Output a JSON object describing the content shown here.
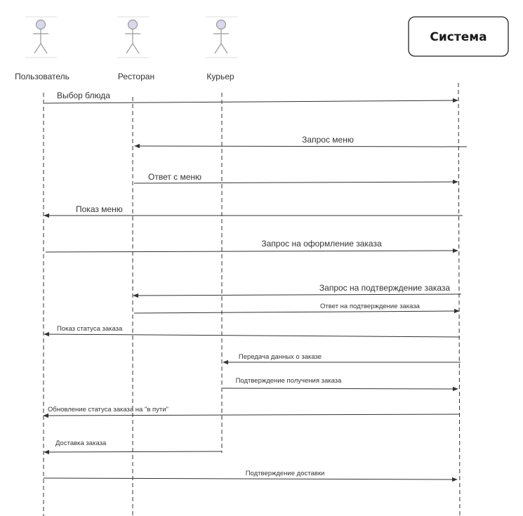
{
  "actors": [
    {
      "id": "user",
      "name": "Пользователь"
    },
    {
      "id": "restaurant",
      "name": "Ресторан"
    },
    {
      "id": "courier",
      "name": "Курьер"
    }
  ],
  "system": {
    "title": "Система"
  },
  "messages": [
    {
      "id": "m1",
      "from": "user",
      "to": "system",
      "label": "Выбор блюда"
    },
    {
      "id": "m2",
      "from": "system",
      "to": "restaurant",
      "label": "Запрос меню"
    },
    {
      "id": "m3",
      "from": "restaurant",
      "to": "system",
      "label": "Ответ с меню"
    },
    {
      "id": "m4",
      "from": "system",
      "to": "user",
      "label": "Показ меню"
    },
    {
      "id": "m5",
      "from": "user",
      "to": "system",
      "label": "Запрос на оформление заказа"
    },
    {
      "id": "m6",
      "from": "system",
      "to": "restaurant",
      "label": "Запрос на подтверждение заказа"
    },
    {
      "id": "m7",
      "from": "restaurant",
      "to": "system",
      "label": "Ответ на подтверждение заказа"
    },
    {
      "id": "m8",
      "from": "system",
      "to": "user",
      "label": "Показ статуса заказа"
    },
    {
      "id": "m9",
      "from": "system",
      "to": "courier",
      "label": "Передача данных о заказе"
    },
    {
      "id": "m10",
      "from": "courier",
      "to": "system",
      "label": "Подтверждение получения заказа"
    },
    {
      "id": "m11",
      "from": "system",
      "to": "user",
      "label": "Обновление статуса заказа на \"в пути\""
    },
    {
      "id": "m12",
      "from": "courier",
      "to": "user",
      "label": "Доставка заказа"
    },
    {
      "id": "m13",
      "from": "user",
      "to": "system",
      "label": "Подтверждение доставки"
    }
  ],
  "colors": {
    "line": "#333333",
    "actor_fill": "#d8d8ec",
    "actor_stroke": "#9a9a9a",
    "box_stroke": "#222222"
  },
  "icons": {
    "actor": "stick-figure-icon"
  }
}
